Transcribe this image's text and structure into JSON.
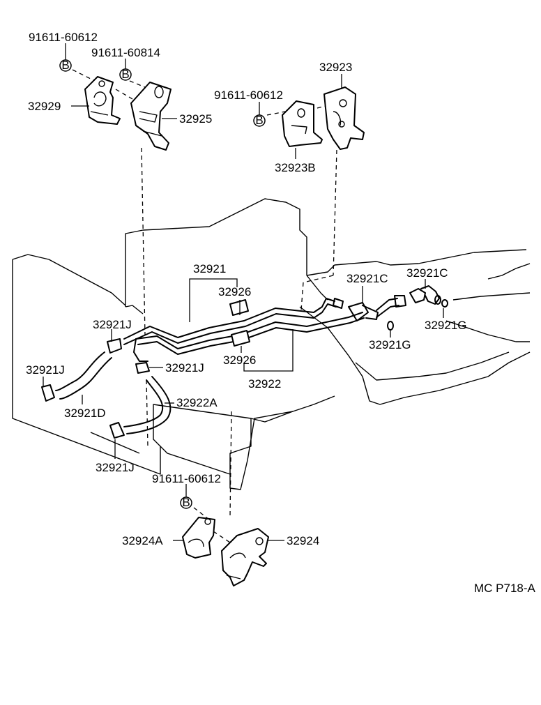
{
  "labels": {
    "p1": "91611-60612",
    "p2": "91611-60814",
    "p3": "32929",
    "p4": "32925",
    "p5": "32923",
    "p6": "91611-60612",
    "p7": "32923B",
    "p8": "32921",
    "p9": "32926",
    "p10": "32921C",
    "p11": "32921C",
    "p12": "32921J",
    "p13": "32921G",
    "p14": "32921G",
    "p15": "32921J",
    "p16": "32921J",
    "p17": "32926",
    "p18": "32922",
    "p19": "32922A",
    "p20": "32921D",
    "p21": "32921J",
    "p22": "91611-60612",
    "p23": "32924A",
    "p24": "32924",
    "ref": "MC P718-A"
  },
  "bolt_mark": "B",
  "icons": [
    "bolt-b-icon"
  ]
}
